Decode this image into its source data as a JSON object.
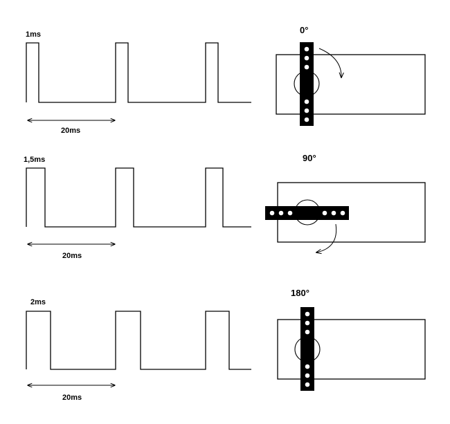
{
  "rows": [
    {
      "pulse_label": "1ms",
      "period_label": "20ms",
      "angle_label": "0°",
      "angle_deg": 0,
      "rotation_hint": "clockwise-arrow-right"
    },
    {
      "pulse_label": "1,5ms",
      "period_label": "20ms",
      "angle_label": "90°",
      "angle_deg": 90,
      "rotation_hint": "clockwise-arrow-below"
    },
    {
      "pulse_label": "2ms",
      "period_label": "20ms",
      "angle_label": "180°",
      "angle_deg": 180,
      "rotation_hint": "none"
    }
  ],
  "colors": {
    "ink": "#000000",
    "paper": "#ffffff"
  }
}
